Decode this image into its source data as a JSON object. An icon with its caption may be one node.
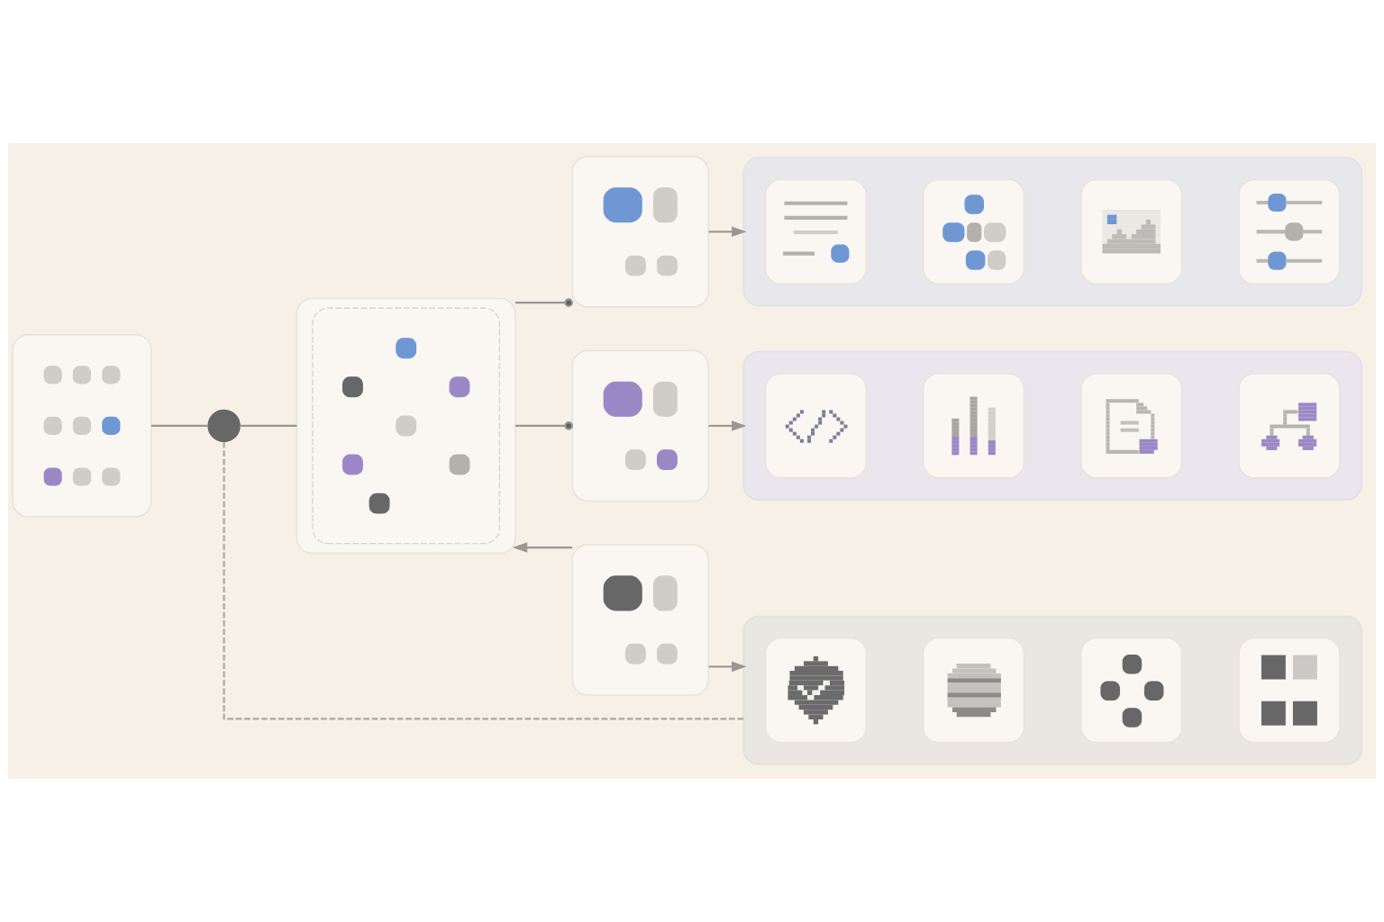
{
  "diagram": {
    "nodes": [
      {
        "text": [],
        "shape": "picture"
      },
      {
        "text": [],
        "shape": "circle"
      },
      {
        "text": [],
        "shape": "picture"
      },
      {
        "text": [],
        "shape": "picture"
      },
      {
        "text": [],
        "shape": "picture"
      },
      {
        "text": [],
        "shape": "picture"
      },
      {
        "text": [],
        "shape": "box"
      },
      {
        "text": [],
        "shape": "picture",
        "in": 6
      },
      {
        "text": [],
        "shape": "picture",
        "in": 6
      },
      {
        "text": [],
        "shape": "picture",
        "in": 6
      },
      {
        "text": [],
        "shape": "picture",
        "in": 6
      },
      {
        "text": [],
        "shape": "box"
      },
      {
        "text": [],
        "shape": "picture",
        "in": 11
      },
      {
        "text": [],
        "shape": "picture",
        "in": 11
      },
      {
        "text": [],
        "shape": "picture",
        "in": 11
      },
      {
        "text": [],
        "shape": "picture",
        "in": 11
      },
      {
        "text": [],
        "shape": "box"
      },
      {
        "text": [],
        "shape": "picture",
        "in": 16
      },
      {
        "text": [],
        "shape": "picture",
        "in": 16
      },
      {
        "text": [],
        "shape": "picture",
        "in": 16
      },
      {
        "text": [],
        "shape": "picture",
        "in": 16
      }
    ],
    "edges": [
      {
        "from": 0,
        "to": 1,
        "arrow": "none"
      },
      {
        "from": 1,
        "to": 2,
        "arrow": "none"
      },
      {
        "from": 2,
        "to": 3,
        "arrow": "other"
      },
      {
        "from": 2,
        "to": 4,
        "arrow": "other"
      },
      {
        "from": 5,
        "to": 2,
        "arrow": "to"
      },
      {
        "from": 3,
        "to": 6,
        "arrow": "to"
      },
      {
        "from": 4,
        "to": 11,
        "arrow": "to"
      },
      {
        "from": 5,
        "to": 16,
        "arrow": "to"
      },
      {
        "from": 1,
        "to": 16,
        "arrow": "none",
        "style": "dashed"
      }
    ]
  }
}
